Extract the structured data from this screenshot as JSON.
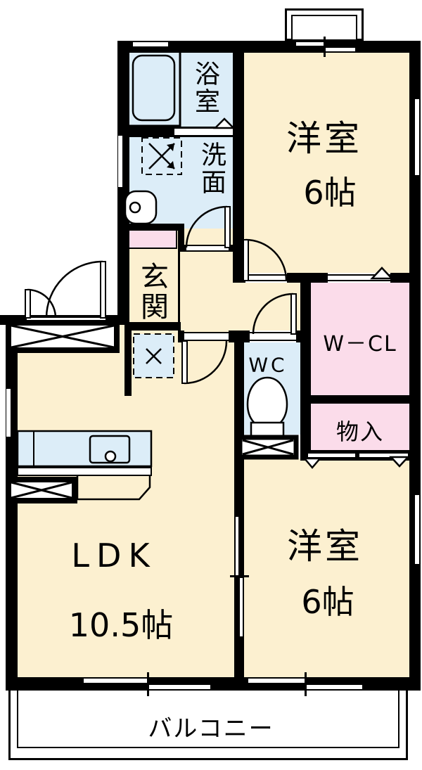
{
  "rooms": {
    "bathroom": {
      "label": "浴室"
    },
    "washroom": {
      "label": "洗面"
    },
    "entrance": {
      "label": "玄関"
    },
    "bedroom_north": {
      "label": "洋室",
      "size": "6帖"
    },
    "walk_in_closet": {
      "label": "W－CL"
    },
    "toilet_room": {
      "label": "WC"
    },
    "storage": {
      "label": "物入"
    },
    "ldk": {
      "label": "LDK",
      "size": "10.5帖"
    },
    "bedroom_south": {
      "label": "洋室",
      "size": "6帖"
    },
    "balcony": {
      "label": "バルコニー"
    }
  },
  "colors": {
    "wall": "#000000",
    "room_floor": "#fcf0d0",
    "wet_area": "#dcedf8",
    "closet_pink": "#fbdcea",
    "background": "#ffffff"
  },
  "fixtures": {
    "bathtub": "bathtub-icon",
    "washing_machine": "washing-machine-icon",
    "washbasin": "washbasin-icon",
    "toilet": "toilet-icon",
    "kitchen_sink": "kitchen-sink-icon",
    "refrigerator": "refrigerator-icon"
  }
}
